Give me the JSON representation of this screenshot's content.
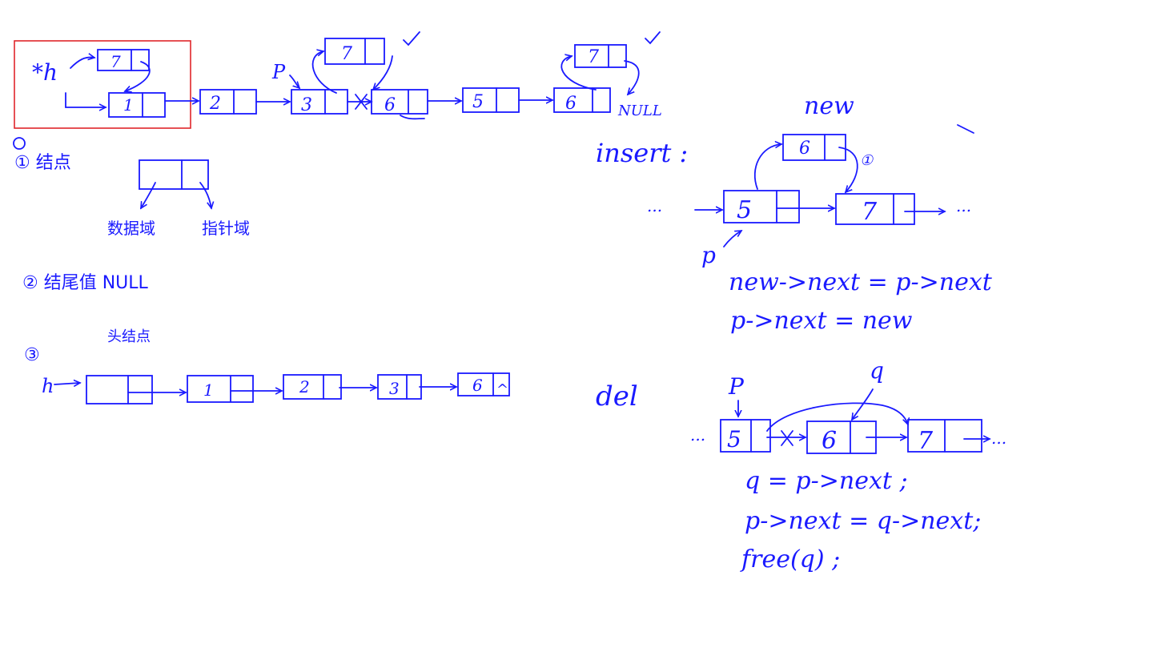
{
  "colors": {
    "ink": "#1a1aff",
    "highlight": "#e0262b",
    "background": "#ffffff"
  },
  "list1": {
    "head_label": "*h",
    "p_label": "P",
    "null_label": "NULL",
    "top_node": "7",
    "nodes": [
      "1",
      "2",
      "3",
      "6",
      "5",
      "6"
    ],
    "inserted_a": "7",
    "inserted_b": "7"
  },
  "notes": {
    "n1": "① 结点",
    "data_field": "数据域",
    "pointer_field": "指针域",
    "n2": "② 结尾值 NULL",
    "n3_mark": "③",
    "n3_label": "头结点",
    "list2_head": "h",
    "list2_nodes": [
      "",
      "1",
      "2",
      "3",
      "6"
    ],
    "list2_tail": "^"
  },
  "insert": {
    "title": "insert :",
    "new_label": "new",
    "new_node": "6",
    "p_label": "p",
    "left_node": "5",
    "right_node": "7",
    "dots_left": "...",
    "dots_right": "...",
    "step1": "①",
    "line1": "new->next = p->next",
    "line2": "p->next = new"
  },
  "del": {
    "title": "del",
    "p_label": "P",
    "q_label": "q",
    "nodes": [
      "5",
      "6",
      "7"
    ],
    "dots_left": "...",
    "dots_right": "...",
    "line1": "q = p->next ;",
    "line2": "p->next = q->next;",
    "line3": "free(q) ;"
  }
}
